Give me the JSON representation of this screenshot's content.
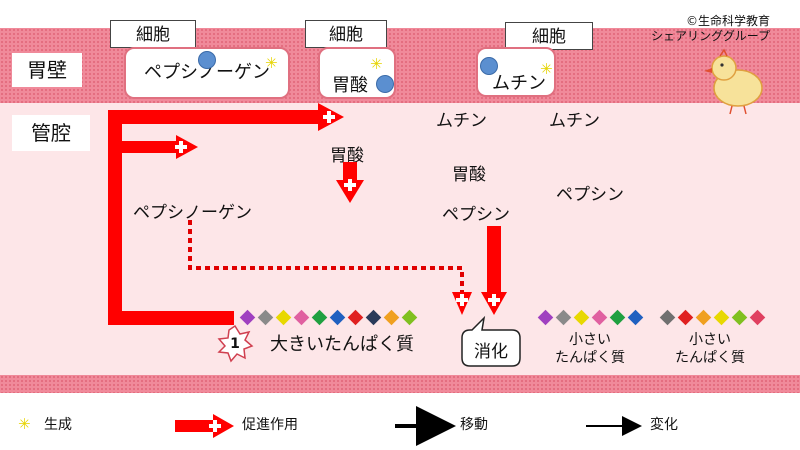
{
  "copyright": {
    "line1": "©生命科学教育",
    "line2": "シェアリンググループ"
  },
  "regions": {
    "wall": "胃壁",
    "lumen": "管腔"
  },
  "cells": [
    {
      "tag": "細胞",
      "content": "ペプシノーゲン"
    },
    {
      "tag": "細胞",
      "content": "胃酸"
    },
    {
      "tag": "細胞",
      "content": "ムチン"
    }
  ],
  "lumen_labels": {
    "mucin_a": "ムチン",
    "mucin_b": "ムチン",
    "acid_left": "胃酸",
    "acid_center": "胃酸",
    "pepsinogen": "ペプシノーゲン",
    "pepsin_center": "ペプシン",
    "pepsin_right": "ペプシン"
  },
  "proteins": {
    "large": "大きいたんぱく質",
    "small_1": [
      "小さい",
      "たんぱく質"
    ],
    "small_2": [
      "小さい",
      "たんぱく質"
    ]
  },
  "step_badge": "1",
  "digestion_label": "消化",
  "diamond_colors": {
    "large": [
      "#a040c0",
      "#8a8a8a",
      "#e8d800",
      "#e060a0",
      "#20a040",
      "#2060c0",
      "#e02020",
      "#2a3a5a",
      "#f0a020",
      "#80c020"
    ],
    "small_1": [
      "#a040c0",
      "#8a8a8a",
      "#e8d800",
      "#e060a0",
      "#20a040",
      "#2060c0"
    ],
    "small_2": [
      "#707070",
      "#e02020",
      "#f0a020",
      "#e8d800",
      "#80c020",
      "#e04060"
    ]
  },
  "legend": {
    "produce_symbol": "✳",
    "produce": "生成",
    "promote": "促進作用",
    "move": "移動",
    "change": "変化"
  },
  "colors": {
    "promote_arrow": "#ff0000",
    "wall": "#f08a9a",
    "lumen": "#fde6e8",
    "dot": "#5b8fd0",
    "spark": "#e6d400"
  }
}
